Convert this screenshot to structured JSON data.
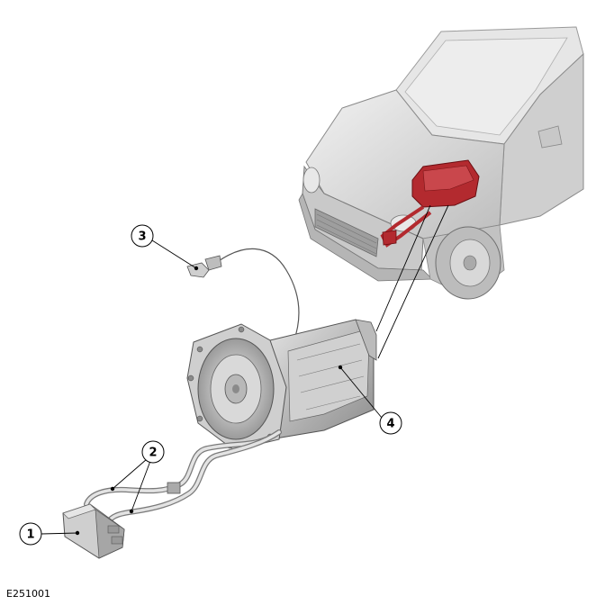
{
  "figure": {
    "reference_code": "E251001",
    "callouts": [
      {
        "id": "callout-1",
        "label": "1"
      },
      {
        "id": "callout-2",
        "label": "2"
      },
      {
        "id": "callout-3",
        "label": "3"
      },
      {
        "id": "callout-4",
        "label": "4"
      }
    ]
  },
  "colors": {
    "vehicle_body": "#d6d6d6",
    "vehicle_outline": "#8a8a8a",
    "highlight": "#a81e24",
    "component": "#c4c4c4",
    "component_dark": "#6e6e6e"
  },
  "parts_shown": [
    "vehicle-front-view",
    "transmission-assembly",
    "transmission-fluid-cooler",
    "cooler-pipes",
    "selector-cable-bracket"
  ]
}
